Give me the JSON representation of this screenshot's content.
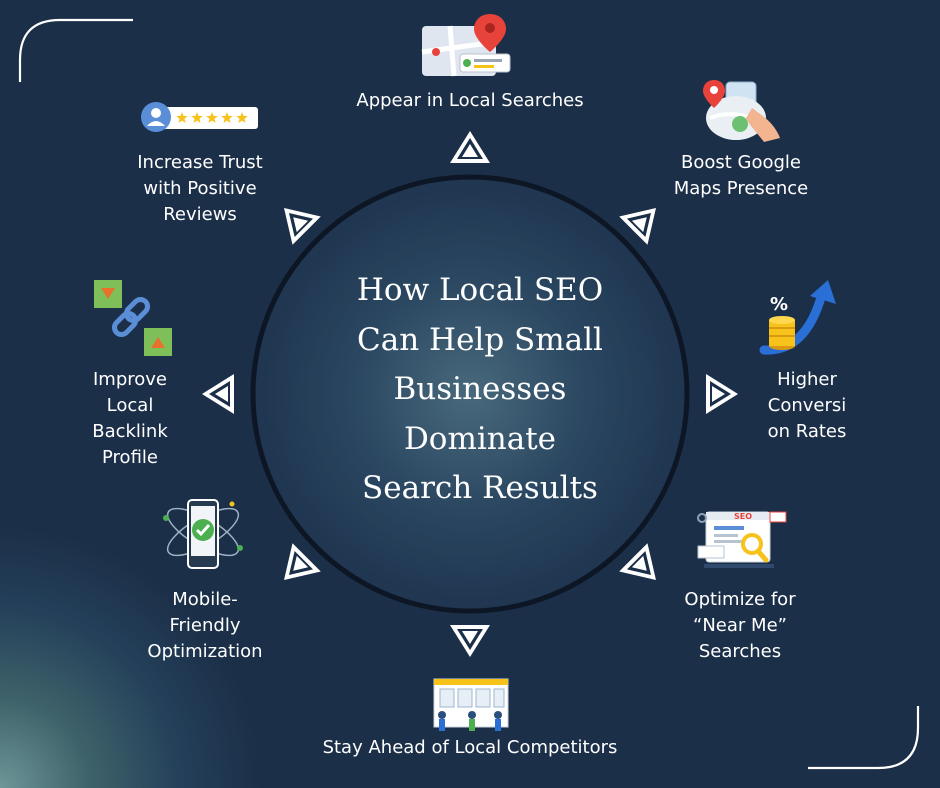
{
  "title": "How Local SEO\nCan Help Small\nBusinesses\nDominate\nSearch Results",
  "items": [
    {
      "label": "Appear in Local Searches",
      "icon": "map-pin-icon"
    },
    {
      "label": "Boost Google\nMaps Presence",
      "icon": "map-hand-icon"
    },
    {
      "label": "Higher\nConversi\non Rates",
      "icon": "growth-arrow-icon"
    },
    {
      "label": "Optimize for\n“Near Me”\nSearches",
      "icon": "seo-search-icon"
    },
    {
      "label": "Stay Ahead of Local Competitors",
      "icon": "team-board-icon"
    },
    {
      "label": "Mobile-\nFriendly\nOptimization",
      "icon": "mobile-check-icon"
    },
    {
      "label": "Improve\nLocal\nBacklink\nProfile",
      "icon": "backlink-chain-icon"
    },
    {
      "label": "Increase Trust\nwith Positive\nReviews",
      "icon": "review-stars-icon"
    }
  ],
  "colors": {
    "background": "#1c2f48",
    "circle_center": "#3d5d73",
    "text": "#ffffff",
    "pin_red": "#e8433b",
    "star_gold": "#f7c21a",
    "arrow_blue": "#2a6fd6"
  }
}
